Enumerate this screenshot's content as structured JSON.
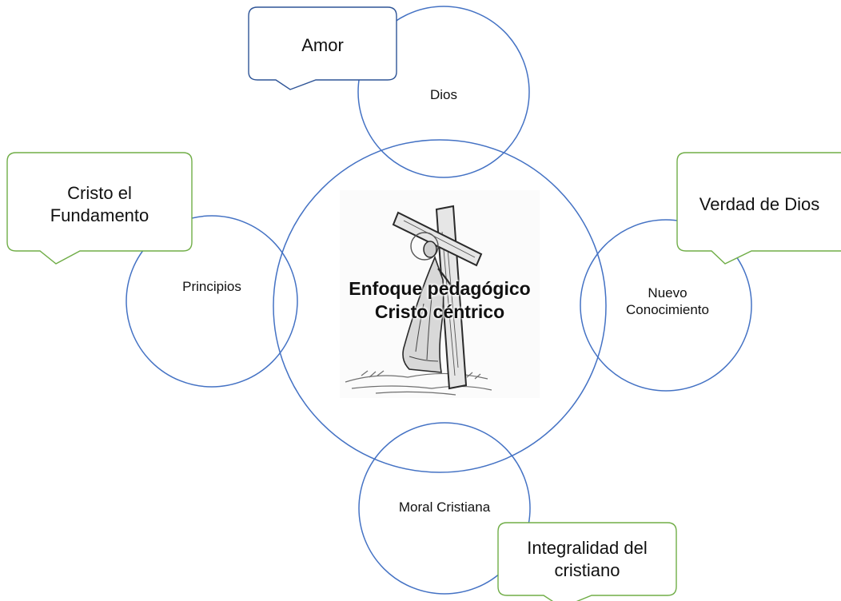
{
  "center": {
    "title_line1": "Enfoque pedagógico",
    "title_line2": "Cristo céntrico"
  },
  "satellites": {
    "top": "Dios",
    "left": "Principios",
    "right_line1": "Nuevo",
    "right_line2": "Conocimiento",
    "bottom": "Moral Cristiana"
  },
  "callouts": {
    "top": "Amor",
    "left_line1": "Cristo el",
    "left_line2": "Fundamento",
    "right": "Verdad de Dios",
    "bottom_line1": "Integralidad del",
    "bottom_line2": "cristiano"
  },
  "colors": {
    "circle_stroke": "#4472c4",
    "callout_blue_stroke": "#2f5597",
    "callout_green_stroke": "#70ad47",
    "text": "#111111"
  },
  "icons": {
    "center_illustration": "cross-with-kneeling-figure-icon"
  }
}
